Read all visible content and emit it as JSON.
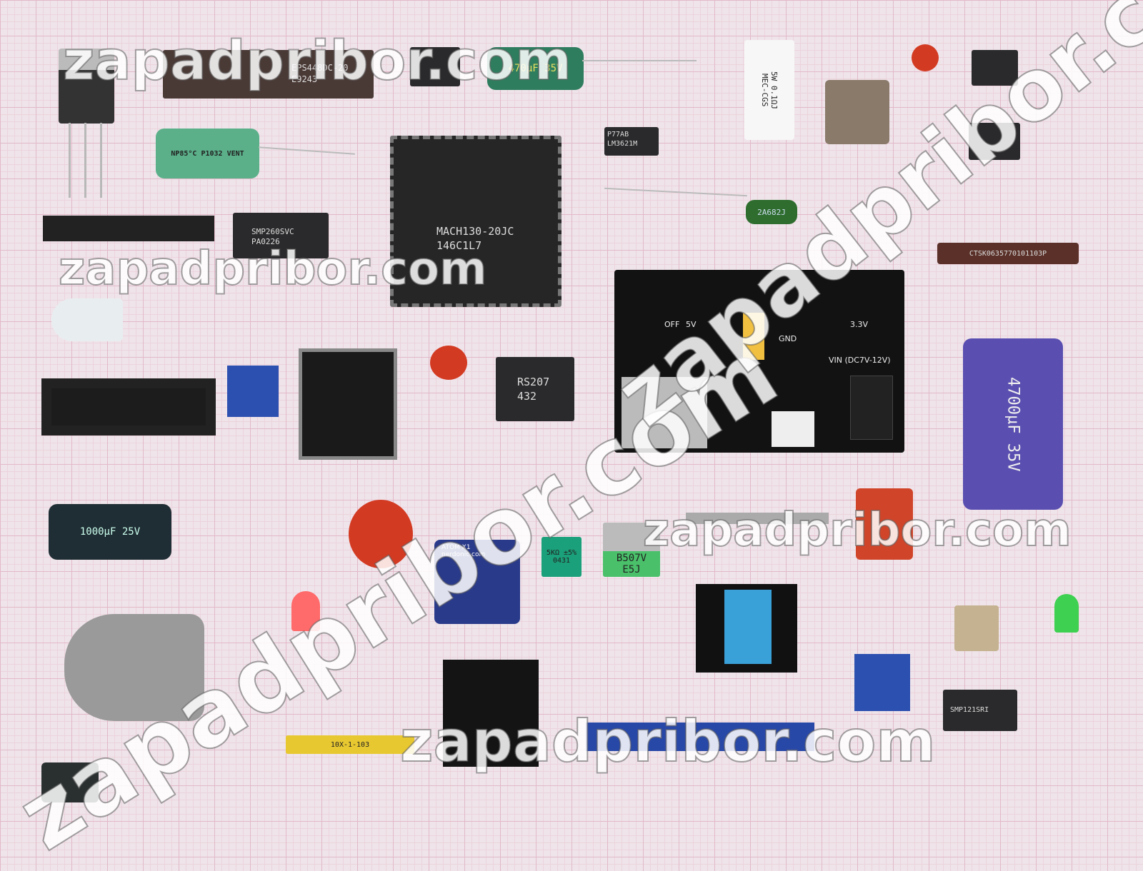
{
  "watermark": "zapadpribor.com",
  "labels": {
    "altera": "EPS448DC-20",
    "altera2": "E9243",
    "elcap1": "470µF 35V",
    "resistor_5w": "5W 0.1ΩJ",
    "resistor_5w2": "MEC-CGS",
    "soic": "P77AB",
    "soic2": "LM3621M",
    "plcc": "MACH130-20JC",
    "plcc2": "146C1L7",
    "np": "NP85°C P1032 VENT",
    "dip": "SMP260SVC",
    "dip2": "PA0226",
    "film": "2A682J",
    "sip": "CTSK0635770101103P",
    "bridge": "RS207",
    "bridge2": "432",
    "psu_vin": "VIN (DC7V-12V)",
    "psu_33": "3.3V",
    "psu_off": "OFF",
    "psu_5": "5V",
    "psu_gnd": "GND",
    "bigcap": "4700µF 35V",
    "elcap2": "1000µF 25V",
    "trans": "B507V",
    "trans2": "E5J",
    "trim": "5KΩ ±5%",
    "trim2": "0431",
    "atom": "ATOM X1",
    "atom2": "nerdonic.com",
    "sip2": "10X-1-103",
    "dip3": "SMP121SRI"
  },
  "colors": {
    "grid": "#e2b9c8",
    "background": "#efe4ea",
    "pcb": "#111111",
    "blue_cap": "#5a4fb0"
  }
}
